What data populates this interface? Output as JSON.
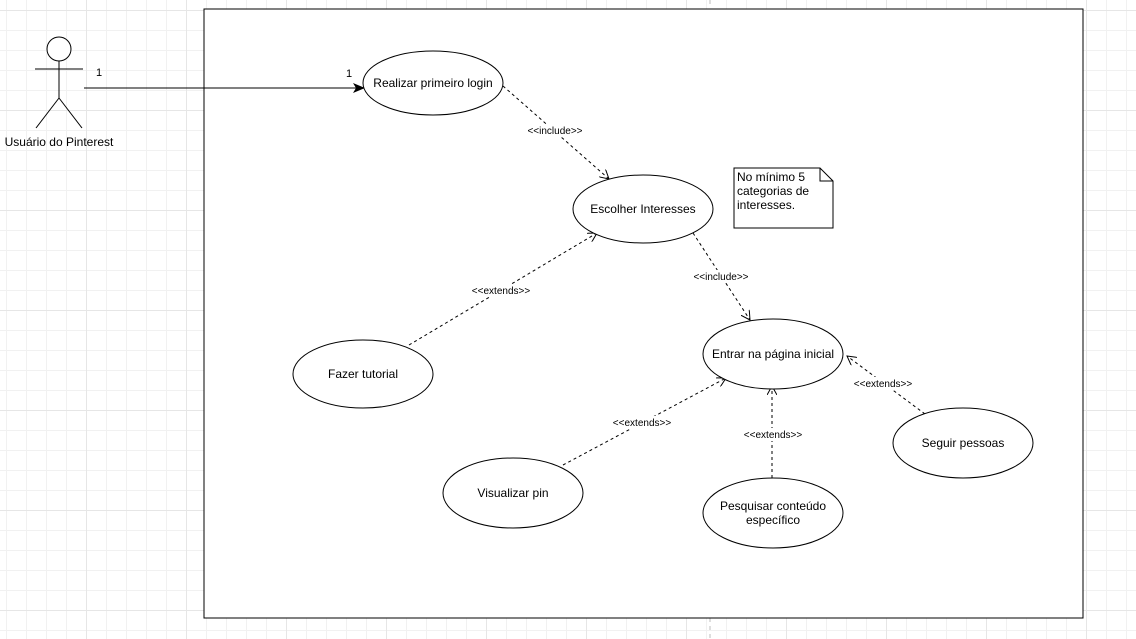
{
  "actor": {
    "name": "Usuário do Pinterest"
  },
  "association": {
    "actor_multiplicity": "1",
    "usecase_multiplicity": "1"
  },
  "use_cases": {
    "realizar_primeiro_login": "Realizar primeiro login",
    "escolher_interesses": "Escolher Interesses",
    "fazer_tutorial": "Fazer tutorial",
    "entrar_pagina_inicial": "Entrar na página inicial",
    "visualizar_pin": "Visualizar pin",
    "pesquisar_line1": "Pesquisar conteúdo",
    "pesquisar_line2": "específico",
    "seguir_pessoas": "Seguir pessoas"
  },
  "relations": {
    "include_login_interesses": "<<include>>",
    "include_interesses_pagina": "<<include>>",
    "extends_tutorial": "<<extends>>",
    "extends_visualizar": "<<extends>>",
    "extends_pesquisar": "<<extends>>",
    "extends_seguir": "<<extends>>"
  },
  "note": {
    "line1": "No mínimo 5",
    "line2": "categorias de",
    "line3": "interesses."
  }
}
